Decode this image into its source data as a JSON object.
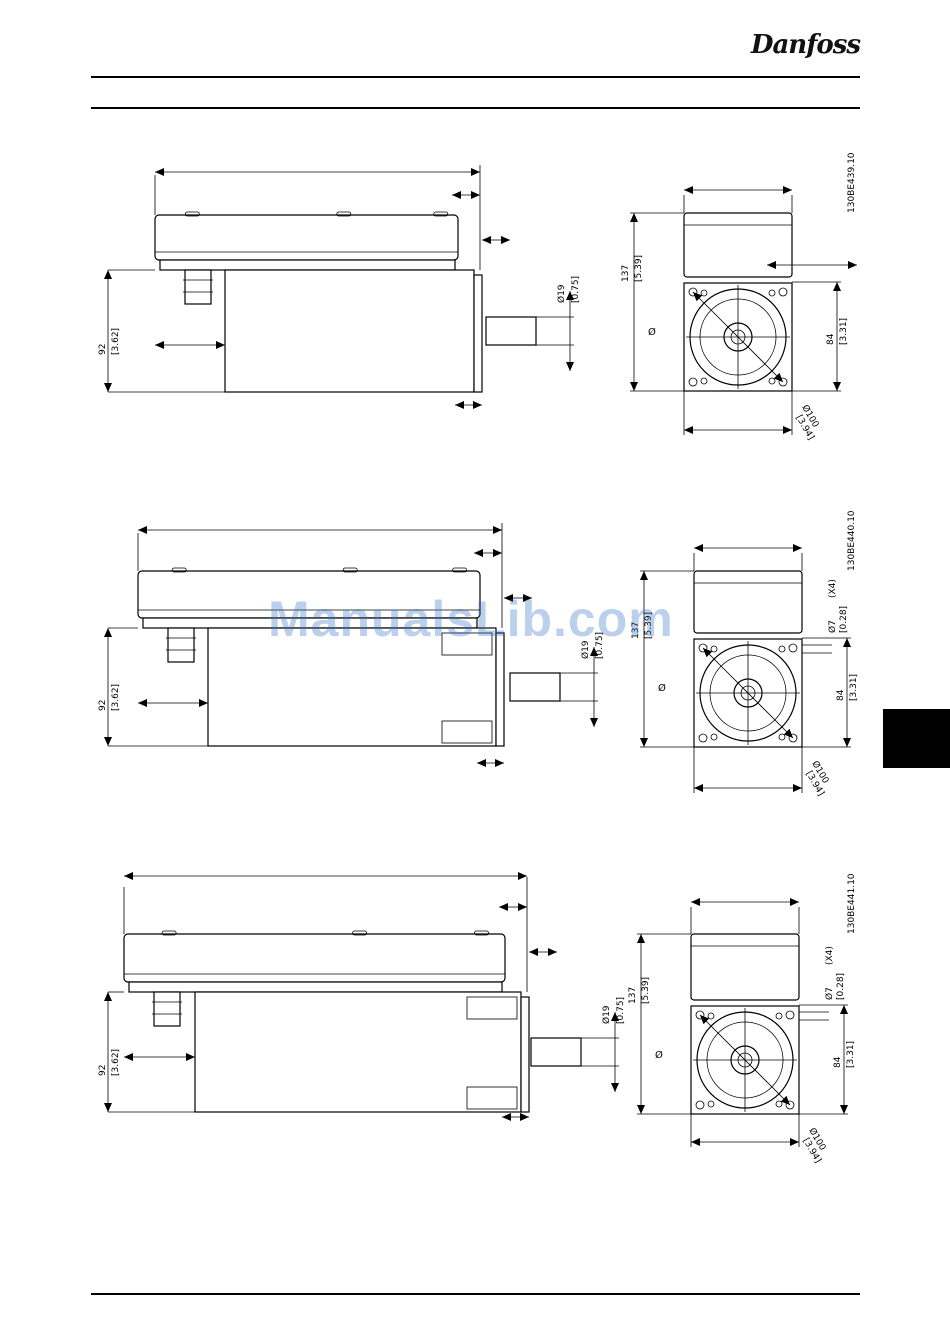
{
  "header": {
    "brand": "Danfoss"
  },
  "watermark": "ManualsLib.com",
  "drawings": [
    {
      "ref_code": "130BE439.10",
      "dim_height_mm": "92",
      "dim_height_in": "[3.62]",
      "dim_shaft_mm": "19",
      "dim_shaft_in": "[0.75]",
      "dim_front_height_mm": "137",
      "dim_front_height_in": "[5.39]",
      "dim_pcd_mm": "84",
      "dim_pcd_in": "[3.31]",
      "dim_bolt_circle_mm": "100",
      "dim_bolt_circle_in": "[3.94]",
      "dim_hole_mm": "",
      "dim_hole_in": "",
      "dim_hole_count": ""
    },
    {
      "ref_code": "130BE440.10",
      "dim_height_mm": "92",
      "dim_height_in": "[3.62]",
      "dim_shaft_mm": "19",
      "dim_shaft_in": "[0.75]",
      "dim_front_height_mm": "137",
      "dim_front_height_in": "[5.39]",
      "dim_pcd_mm": "84",
      "dim_pcd_in": "[3.31]",
      "dim_bolt_circle_mm": "100",
      "dim_bolt_circle_in": "[3.94]",
      "dim_hole_mm": "7",
      "dim_hole_in": "[0.28]",
      "dim_hole_count": "(X4)"
    },
    {
      "ref_code": "130BE441.10",
      "dim_height_mm": "92",
      "dim_height_in": "[3.62]",
      "dim_shaft_mm": "19",
      "dim_shaft_in": "[0.75]",
      "dim_front_height_mm": "137",
      "dim_front_height_in": "[5.39]",
      "dim_pcd_mm": "84",
      "dim_pcd_in": "[3.31]",
      "dim_bolt_circle_mm": "100",
      "dim_bolt_circle_in": "[3.94]",
      "dim_hole_mm": "7",
      "dim_hole_in": "[0.28]",
      "dim_hole_count": "(X4)"
    }
  ]
}
